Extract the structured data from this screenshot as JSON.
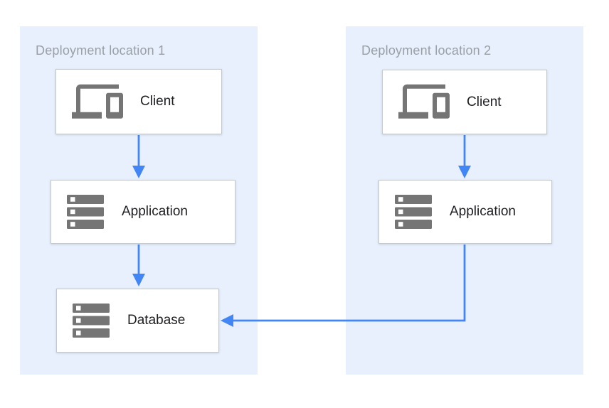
{
  "diagram": {
    "type": "architecture-flow",
    "colors": {
      "arrow": "#4285F4",
      "panel_background": "#E8F0FE",
      "node_background": "#FFFFFF",
      "node_border": "#C5C8CC",
      "icon": "#757575",
      "panel_title_text": "#9AA0A6",
      "node_label_text": "#202124"
    },
    "panels": [
      {
        "title": "Deployment location 1",
        "nodes": [
          {
            "label": "Client",
            "icon": "devices-icon"
          },
          {
            "label": "Application",
            "icon": "servers-icon"
          },
          {
            "label": "Database",
            "icon": "servers-icon"
          }
        ]
      },
      {
        "title": "Deployment location 2",
        "nodes": [
          {
            "label": "Client",
            "icon": "devices-icon"
          },
          {
            "label": "Application",
            "icon": "servers-icon"
          }
        ]
      }
    ],
    "connections": [
      {
        "from": "location1-client",
        "to": "location1-application"
      },
      {
        "from": "location1-application",
        "to": "location1-database"
      },
      {
        "from": "location2-client",
        "to": "location2-application"
      },
      {
        "from": "location2-application",
        "to": "location1-database"
      }
    ]
  }
}
